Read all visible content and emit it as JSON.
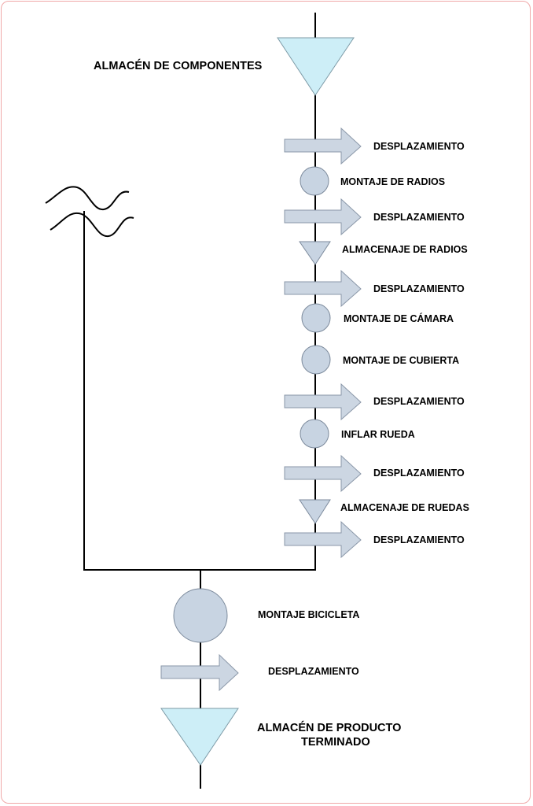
{
  "colors": {
    "line": "#000000",
    "arrow_fill": "#ccd6e2",
    "arrow_stroke": "#8a97a8",
    "operation_fill": "#c8d4e2",
    "operation_stroke": "#7c8a9c",
    "storage_fill": "#cdeef7",
    "storage_stroke": "#7d9aa6",
    "border": "#f0a8a8"
  },
  "diagram": {
    "storage_components": "ALMACÉN DE COMPONENTES",
    "steps": [
      {
        "type": "transport",
        "icon": "arrow-icon",
        "label": "DESPLAZAMIENTO"
      },
      {
        "type": "operation",
        "icon": "circle-icon",
        "label": "MONTAJE DE RADIOS"
      },
      {
        "type": "transport",
        "icon": "arrow-icon",
        "label": "DESPLAZAMIENTO"
      },
      {
        "type": "storage",
        "icon": "triangle-icon",
        "label": "ALMACENAJE DE RADIOS"
      },
      {
        "type": "transport",
        "icon": "arrow-icon",
        "label": "DESPLAZAMIENTO"
      },
      {
        "type": "operation",
        "icon": "circle-icon",
        "label": "MONTAJE DE CÁMARA"
      },
      {
        "type": "operation",
        "icon": "circle-icon",
        "label": "MONTAJE DE CUBIERTA"
      },
      {
        "type": "transport",
        "icon": "arrow-icon",
        "label": "DESPLAZAMIENTO"
      },
      {
        "type": "operation",
        "icon": "circle-icon",
        "label": "INFLAR RUEDA"
      },
      {
        "type": "transport",
        "icon": "arrow-icon",
        "label": "DESPLAZAMIENTO"
      },
      {
        "type": "storage",
        "icon": "triangle-icon",
        "label": "ALMACENAJE DE RUEDAS"
      },
      {
        "type": "transport",
        "icon": "arrow-icon",
        "label": "DESPLAZAMIENTO"
      }
    ],
    "assembly": "MONTAJE BICICLETA",
    "final_transport": "DESPLAZAMIENTO",
    "storage_final_line1": "ALMACÉN DE PRODUCTO",
    "storage_final_line2": "TERMINADO",
    "break_icon": "wavy-break-icon"
  }
}
